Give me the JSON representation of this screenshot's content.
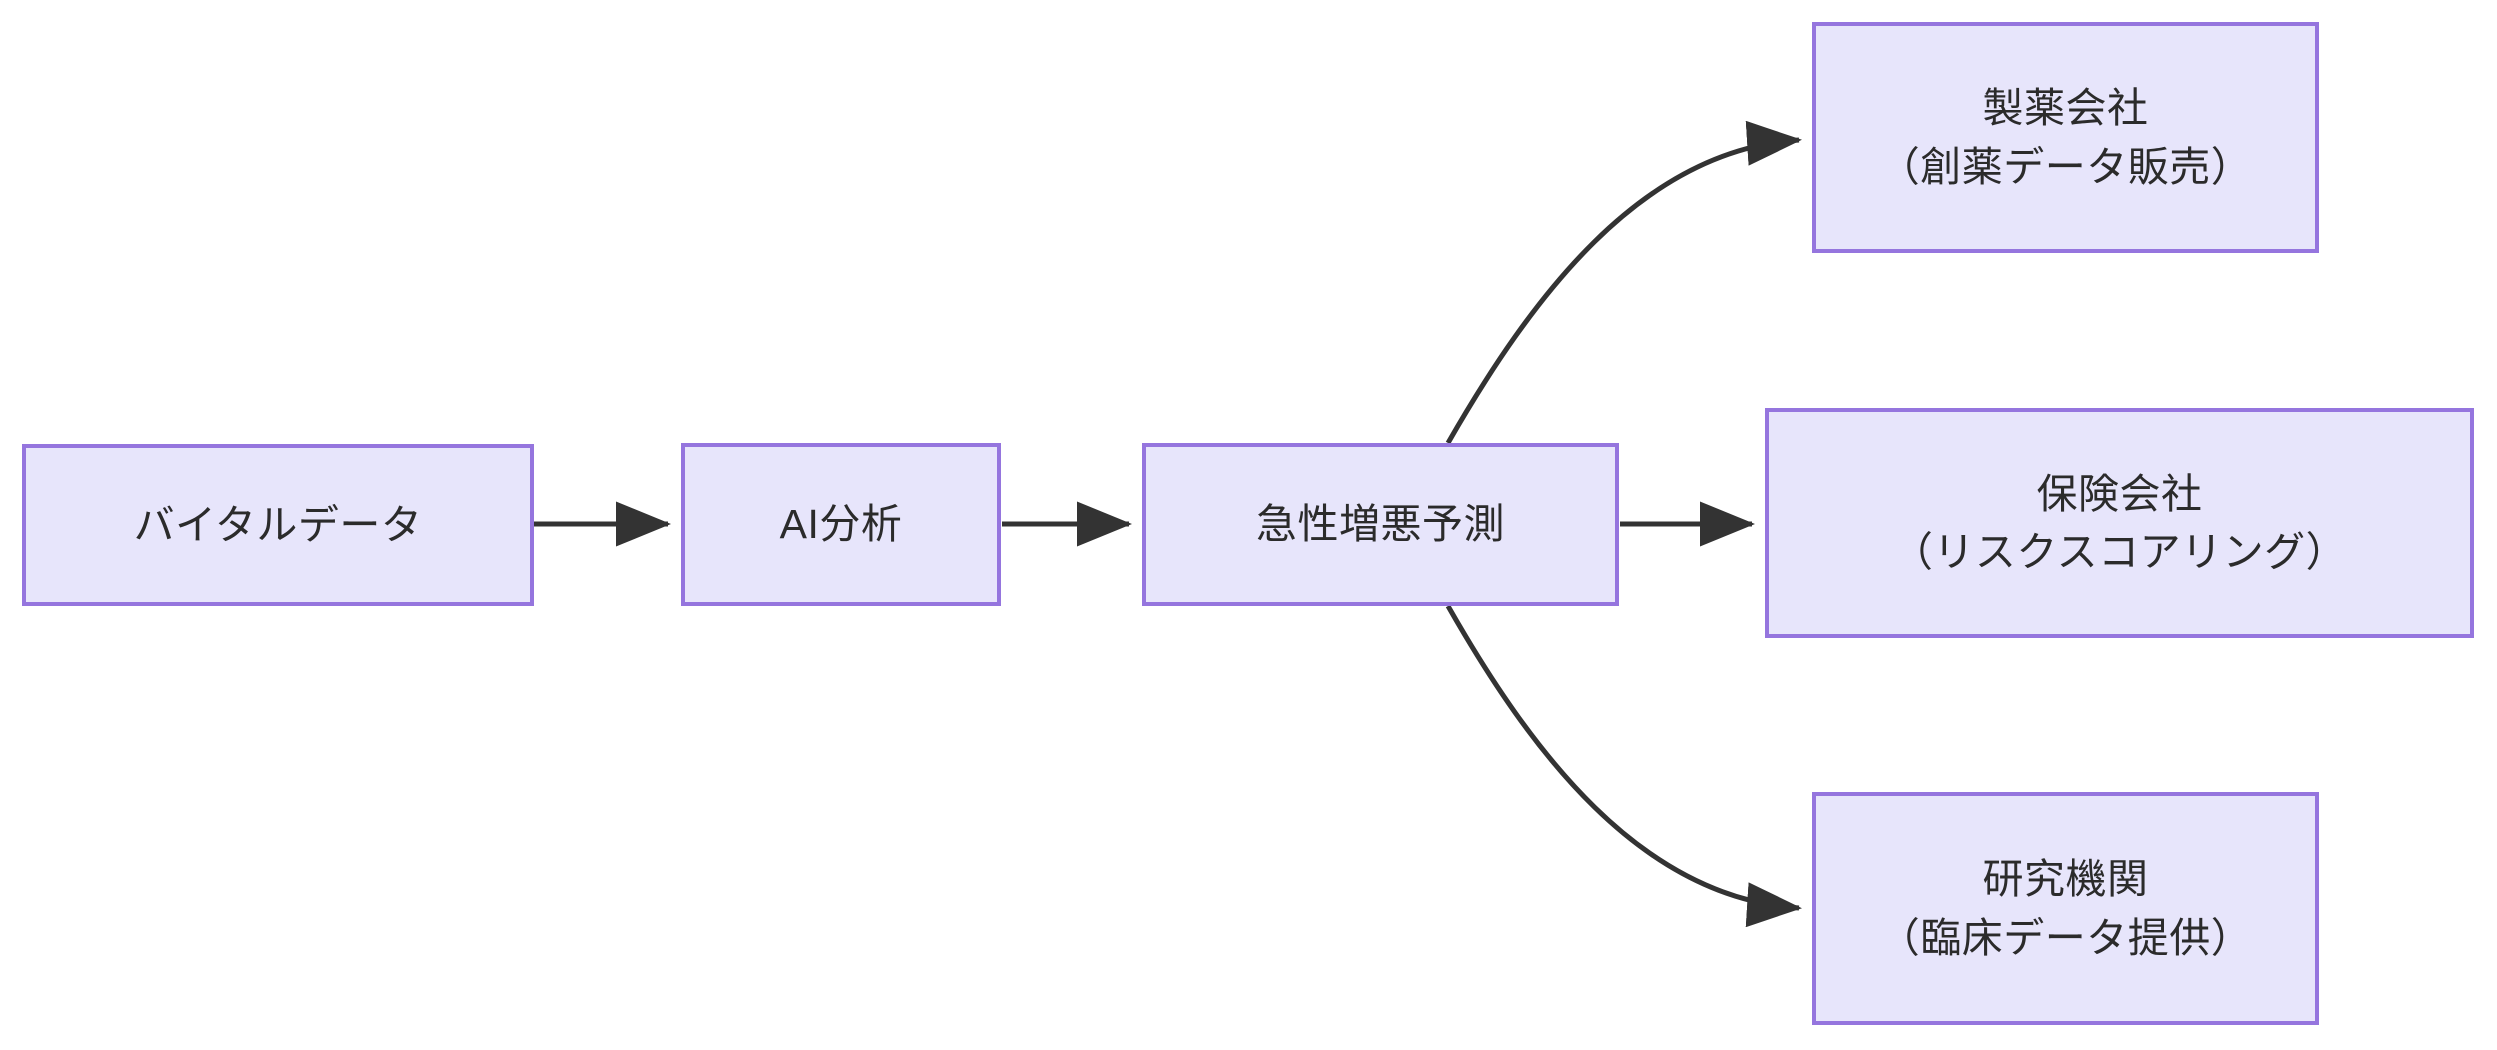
{
  "diagram": {
    "type": "flowchart",
    "direction": "left-to-right",
    "background_color": "#ffffff",
    "node_fill_color": "#e7e5fb",
    "node_border_color": "#9575de",
    "edge_color": "#333333",
    "text_color": "#2b2b2b",
    "nodes": [
      {
        "id": "vital",
        "label": "バイタルデータ",
        "line1": "バイタルデータ",
        "line2": ""
      },
      {
        "id": "ai",
        "label": "AI分析",
        "line1": "AI分析",
        "line2": ""
      },
      {
        "id": "predict",
        "label": "急性増悪予測",
        "line1": "急性増悪予測",
        "line2": ""
      },
      {
        "id": "pharma",
        "label": "製薬会社（創薬データ販売）",
        "line1": "製薬会社",
        "line2": "（創薬データ販売）"
      },
      {
        "id": "insurance",
        "label": "保険会社（リスクスコアリング）",
        "line1": "保険会社",
        "line2": "（リスクスコアリング）"
      },
      {
        "id": "research",
        "label": "研究機関（臨床データ提供）",
        "line1": "研究機関",
        "line2": "（臨床データ提供）"
      }
    ],
    "edges": [
      {
        "id": "vital-to-ai",
        "from": "vital",
        "to": "ai",
        "style": "straight",
        "label": ""
      },
      {
        "id": "ai-to-predict",
        "from": "ai",
        "to": "predict",
        "style": "straight",
        "label": ""
      },
      {
        "id": "predict-to-pharma",
        "from": "predict",
        "to": "pharma",
        "style": "curved",
        "label": ""
      },
      {
        "id": "predict-to-insurance",
        "from": "predict",
        "to": "insurance",
        "style": "straight",
        "label": ""
      },
      {
        "id": "predict-to-research",
        "from": "predict",
        "to": "research",
        "style": "curved",
        "label": ""
      }
    ]
  }
}
